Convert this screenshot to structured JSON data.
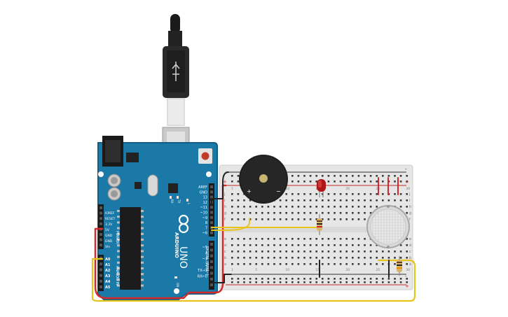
{
  "arduino": {
    "brand": "ARDUINO",
    "model": "UNO",
    "top_header_labels": [
      "AREF",
      "GND",
      "13",
      "12",
      "~11",
      "~10",
      "~9",
      "8",
      "7",
      "~6",
      "~5",
      "4",
      "~3",
      "2",
      "TX→1",
      "RX←0"
    ],
    "power_labels": [
      "IOREF",
      "RESET",
      "3.3V",
      "5V",
      "GND",
      "GND",
      "Vin"
    ],
    "analog_labels": [
      "A0",
      "A1",
      "A2",
      "A3",
      "A4",
      "A5"
    ],
    "power_title": "POWER",
    "analog_title": "ANALOG IN",
    "digital_title": "DIGITAL (PWM~)",
    "led_labels": [
      "L",
      "TX",
      "RX"
    ],
    "on_label": "ON"
  },
  "breadboard": {
    "row_letters": [
      "j",
      "i",
      "h",
      "g",
      "f",
      "e",
      "d",
      "c",
      "b",
      "a"
    ],
    "column_numbers": [
      "1",
      "5",
      "10",
      "15",
      "20",
      "25",
      "30"
    ],
    "rail_plus": "+",
    "rail_minus": "-"
  },
  "buzzer": {
    "plus_label": "+",
    "minus_label": "−"
  },
  "colors": {
    "board": "#1b79a8",
    "breadboard": "#e6e6e6",
    "wire_yellow": "#e8c31a",
    "wire_red": "#d42a2a",
    "wire_black": "#222222",
    "led": "#b01515"
  }
}
